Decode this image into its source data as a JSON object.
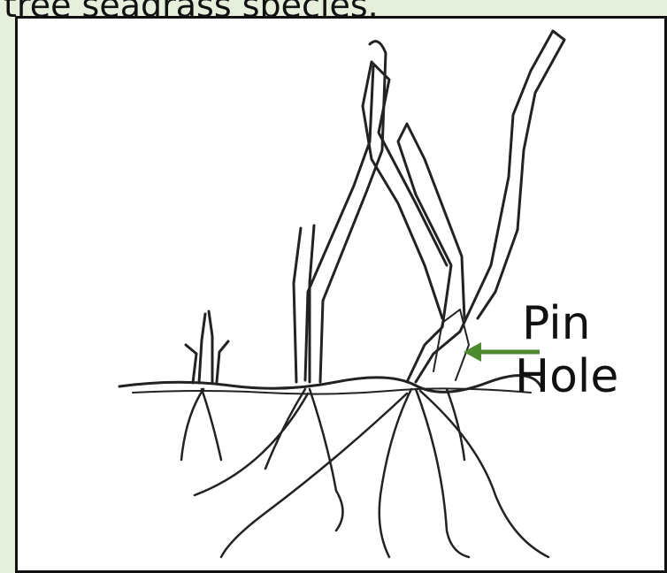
{
  "caption": "tree seagrass species.",
  "labels": {
    "pin": "Pin",
    "hole": "Hole"
  },
  "colors": {
    "background": "#e6eedc",
    "arrow": "#4e8a2f",
    "ink": "#111111"
  }
}
